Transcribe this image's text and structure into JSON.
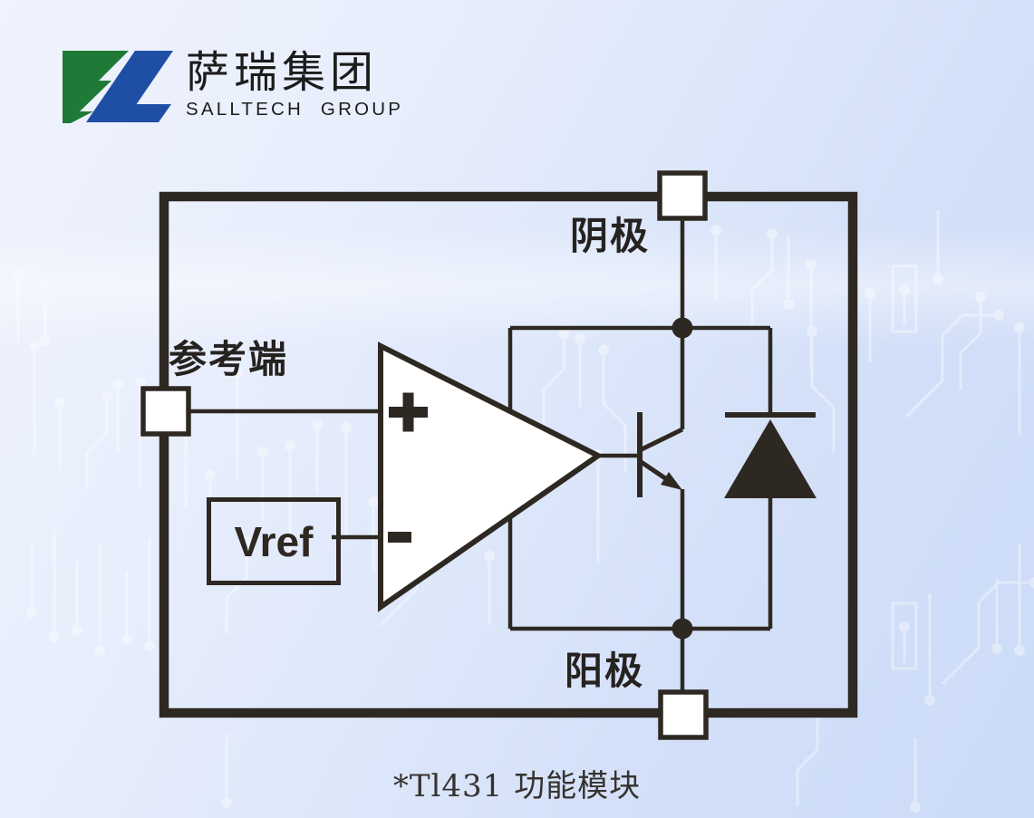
{
  "logo": {
    "company_name_cn": "萨瑞集团",
    "company_name_en": "SALLTECH GROUP",
    "mark_colors": {
      "green": "#1f7a37",
      "blue": "#1e4fa4"
    }
  },
  "diagram": {
    "terminal_labels": {
      "reference": "参考端",
      "cathode": "阴极",
      "anode": "阳极"
    },
    "vref_label": "Vref",
    "opamp_inputs": {
      "noninverting": "+",
      "inverting": "-"
    },
    "caption": "*Tl431 功能模块",
    "line_color": "#2e2822"
  },
  "background": {
    "gradient_start": "#eff3fd",
    "gradient_end": "#cbdbf7",
    "pattern_color": "#ffffff"
  }
}
